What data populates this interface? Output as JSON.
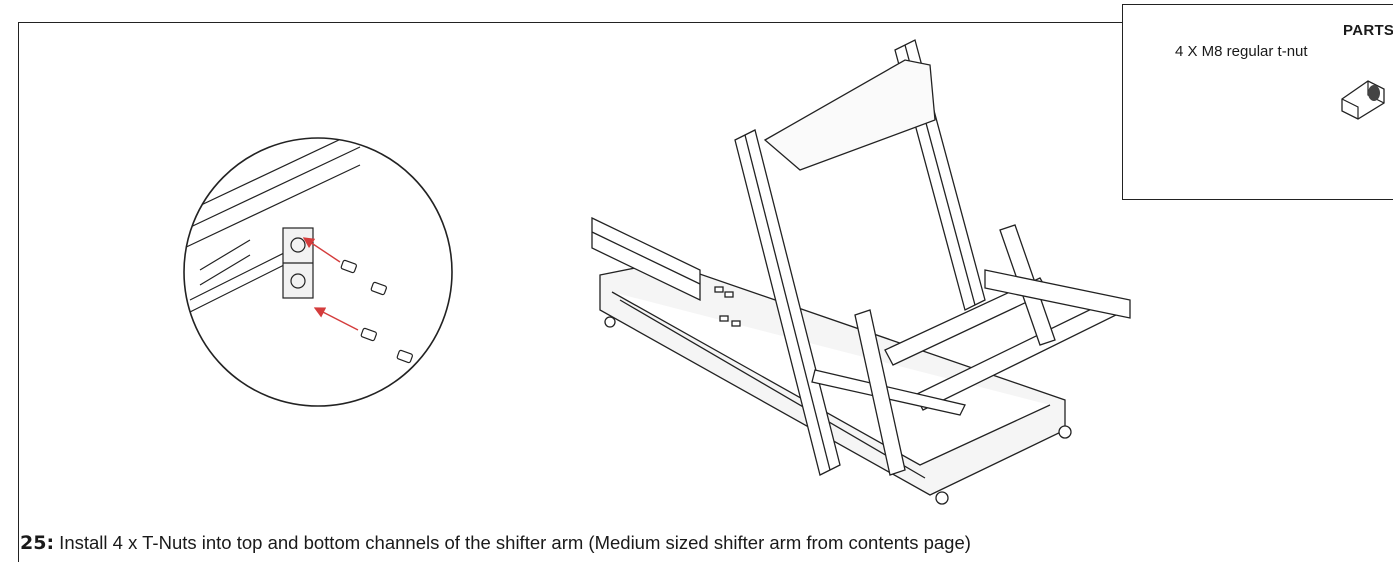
{
  "parts": {
    "title": "PARTS",
    "items": [
      "4 X M8 regular t-nut"
    ]
  },
  "step": {
    "number": "25:",
    "text": " Install 4 x T-Nuts into top and bottom channels of the shifter arm (Medium sized shifter arm from contents page)"
  },
  "colors": {
    "line": "#222222",
    "arrow": "#d43c3c",
    "metal": "#f2f2f2"
  },
  "icons": [
    "t-nut-icon",
    "arrow-icon"
  ]
}
